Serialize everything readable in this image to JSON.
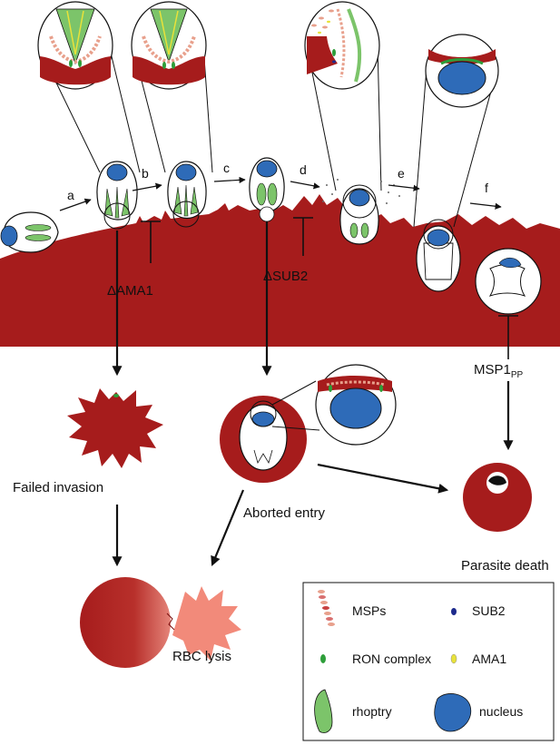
{
  "steps": [
    "a",
    "b",
    "c",
    "d",
    "e",
    "f"
  ],
  "mutants": {
    "ama1": "ΔAMA1",
    "sub2": "ΔSUB2",
    "msp1_main": "MSP1",
    "msp1_sub": "PP"
  },
  "outcomes": {
    "failed_invasion": "Failed invasion",
    "aborted_entry": "Aborted entry",
    "parasite_death": "Parasite death",
    "rbc_lysis": "RBC lysis"
  },
  "legend": {
    "msps": "MSPs",
    "sub2": "SUB2",
    "ron": "RON complex",
    "ama1": "AMA1",
    "rhoptry": "rhoptry",
    "nucleus": "nucleus"
  },
  "colors": {
    "rbc": "#a61c1c",
    "rbc_light": "#f28a7a",
    "rhoptry": "#7cc46a",
    "nucleus": "#2e6bb8",
    "ron": "#2e9e3a",
    "ama1": "#e8e23a",
    "sub2": "#1d2a8c",
    "msp": "#e8a08c"
  }
}
